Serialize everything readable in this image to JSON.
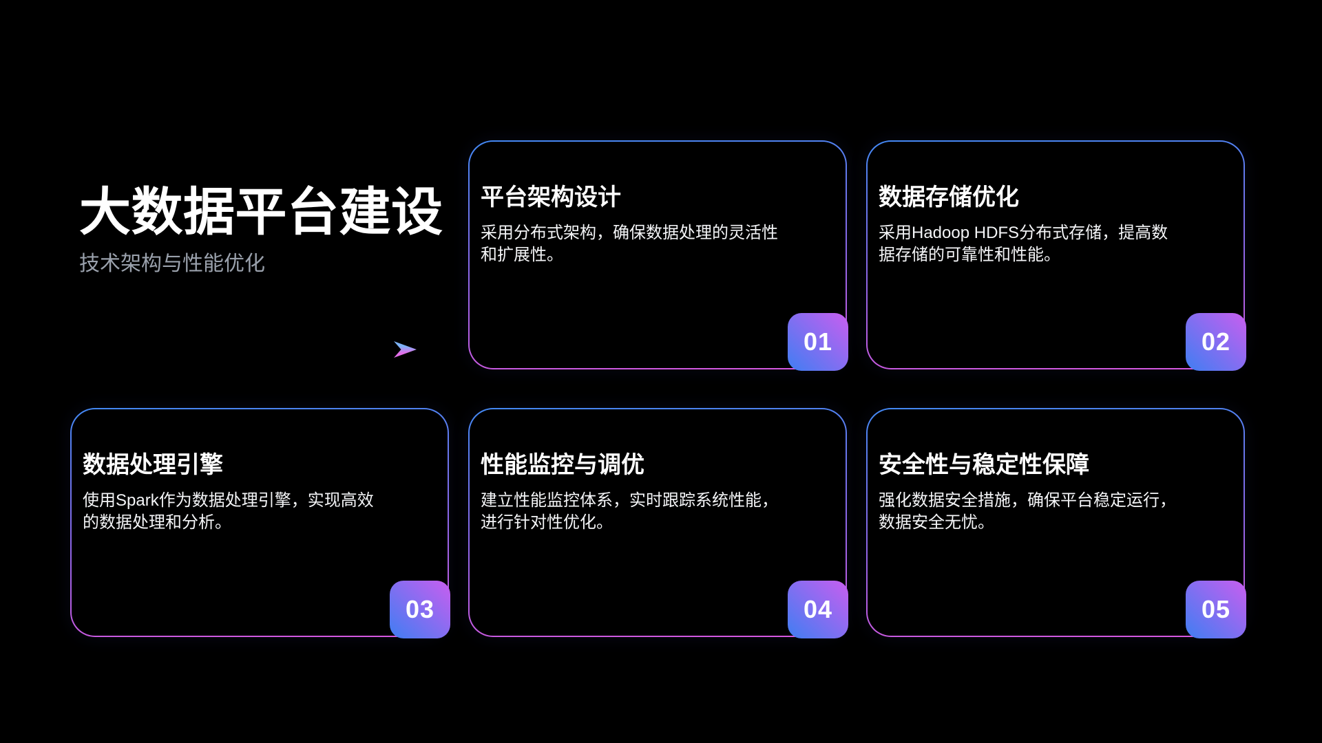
{
  "slide": {
    "title": "大数据平台建设",
    "subtitle": "技术架构与性能优化",
    "cards": [
      {
        "number": "01",
        "title": "平台架构设计",
        "body": "采用分布式架构，确保数据处理的灵活性和扩展性。"
      },
      {
        "number": "02",
        "title": "数据存储优化",
        "body": "采用Hadoop HDFS分布式存储，提高数据存储的可靠性和性能。"
      },
      {
        "number": "03",
        "title": "数据处理引擎",
        "body": "使用Spark作为数据处理引擎，实现高效的数据处理和分析。"
      },
      {
        "number": "04",
        "title": "性能监控与调优",
        "body": "建立性能监控体系，实时跟踪系统性能，进行针对性优化。"
      },
      {
        "number": "05",
        "title": "安全性与稳定性保障",
        "body": "强化数据安全措施，确保平台稳定运行，数据安全无忧。"
      }
    ],
    "colors": {
      "background": "#000000",
      "card_border_top": "#4389f4",
      "card_border_mid": "#8a67e8",
      "card_border_bottom": "#d957df",
      "badge_gradient_from": "#3f7ef2",
      "badge_gradient_to": "#c95ef0",
      "title_text": "#ffffff",
      "subtitle_text": "#9aa1ac",
      "arrow_line_from": "#5b72d8",
      "arrow_line_to": "#a866f0",
      "arrow_head_top": "#7db3f8",
      "arrow_head_bottom": "#e36ee8"
    },
    "decorations": {
      "arrow_icon": "arrow-right-icon"
    }
  }
}
